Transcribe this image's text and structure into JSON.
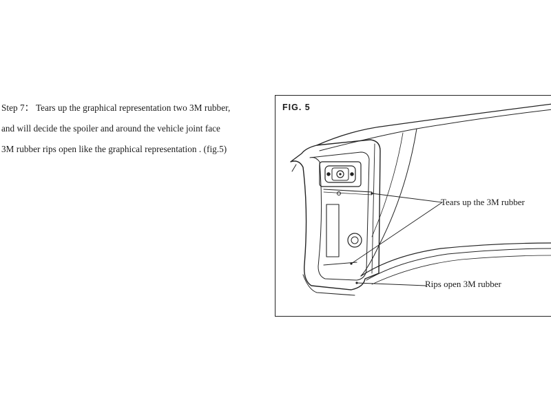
{
  "instructions": {
    "lines": [
      "Step 7： Tears up the graphical representation two 3M rubber,",
      "and will decide the spoiler and around the vehicle joint face",
      "3M rubber rips open like the graphical representation . (fig.5)"
    ]
  },
  "figure": {
    "label": "FIG. 5",
    "callouts": {
      "tears": "Tears up the 3M rubber",
      "rips": "Rips open  3M  rubber"
    }
  }
}
